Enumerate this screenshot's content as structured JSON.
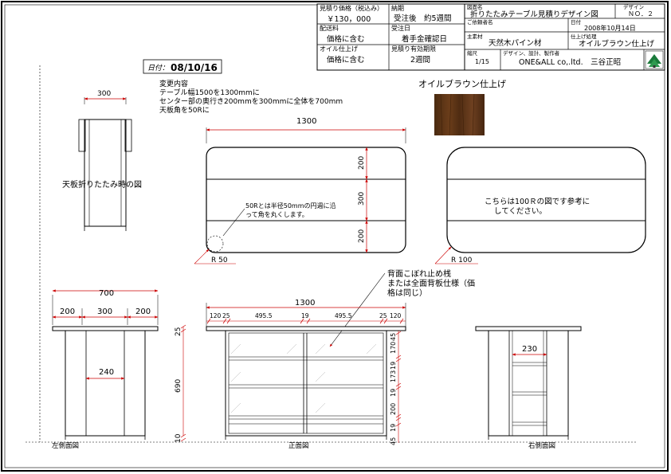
{
  "title_block": {
    "price_label": "見積り価格（税込み）",
    "price_value": "￥130，000",
    "shipping_label": "配送料",
    "shipping_value": "価格に含む",
    "oil_label": "オイル仕上げ",
    "oil_value": "価格に含む",
    "delivery_label": "納期",
    "delivery_value": "受注後　約5週間",
    "order_date_label": "受注日",
    "order_date_value": "着手金確認日",
    "validity_label": "見積り有効期限",
    "validity_value": "2週間",
    "drawing_name_label": "図面名",
    "drawing_name_value": "折りたたみテーブル見積りデザイン図",
    "design_no_label": "デザイン",
    "design_no_value": "ＮＯ．２",
    "client_label": "ご依頼者名",
    "date_label": "日付",
    "date_value": "2008年10月14日",
    "material_label": "主素材",
    "material_value": "天然木パイン材",
    "finish_label": "仕上げ処理",
    "finish_value": "オイルブラウン仕上げ",
    "scale_label": "縮尺",
    "scale_value": "1/15",
    "designer_label": "デザイン、設計、製作者",
    "designer_value": "ONE&ALL co,.ltd.　三谷正昭"
  },
  "date_box": {
    "label": "日付：",
    "value": "08/10/16"
  },
  "change_notes": [
    "変更内容",
    "テーブル幅1500を1300mmに",
    "センター部の奥行き200mmを300mmに全体を700mm",
    "天板角を50Rに"
  ],
  "swatch": {
    "label": "オイルブラウン仕上げ",
    "color": "#5a3415"
  },
  "folded_view": {
    "width": "300",
    "caption": "天板折りたたみ時の図"
  },
  "top_view_50r": {
    "width": "1300",
    "depths": [
      "200",
      "300",
      "200"
    ],
    "note_line1": "50Rとは半径50mmの円週に沿",
    "note_line2": "って角を丸くします。",
    "radius_label": "R 50"
  },
  "top_view_100r": {
    "note_line1": "こちらは100Ｒの図です参考に",
    "note_line2": "してください。",
    "radius_label": "R 100"
  },
  "back_note": {
    "line1": "背面こぼれ止め桟",
    "line2": "または全面背板仕様（価",
    "line3": "格は同じ）"
  },
  "left_view": {
    "total": "700",
    "parts": [
      "200",
      "300",
      "200"
    ],
    "inner": "240",
    "label": "左側面図"
  },
  "front_view": {
    "total": "1300",
    "h_dims": [
      "120",
      "25",
      "495.5",
      "19",
      "495.5",
      "25",
      "120"
    ],
    "v_dims_left": [
      "25",
      "690",
      "10"
    ],
    "v_dims_right": [
      "45",
      "170",
      "19",
      "173",
      "19",
      "200",
      "19",
      "45"
    ],
    "label": "正面図"
  },
  "right_view": {
    "inner": "230",
    "label": "右側面図"
  },
  "colors": {
    "dimension": "#cc0000",
    "wood": "#5a3415",
    "line": "#000000"
  }
}
